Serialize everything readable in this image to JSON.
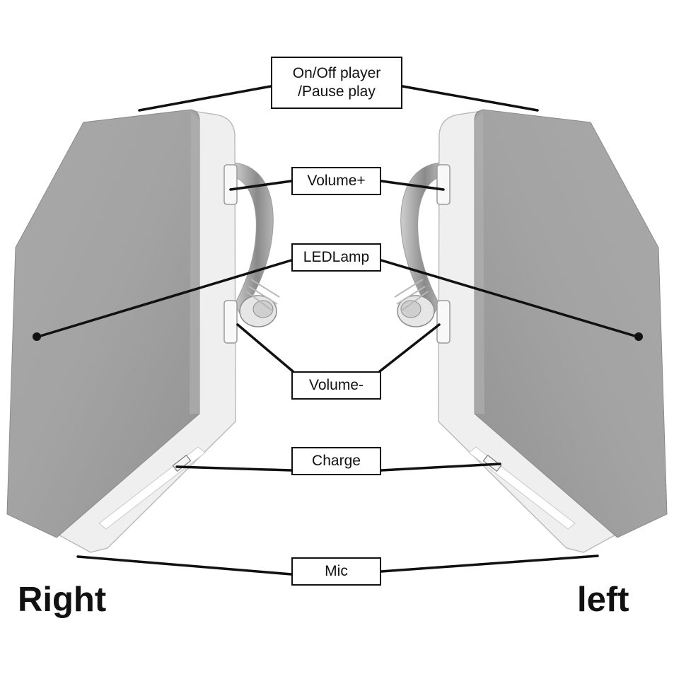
{
  "callouts": {
    "on_off_line1": "On/Off player",
    "on_off_line2": "/Pause play",
    "volume_plus": "Volume+",
    "led_lamp": "LEDLamp",
    "volume_minus": "Volume-",
    "charge": "Charge",
    "mic": "Mic"
  },
  "sides": {
    "right": "Right",
    "left": "left"
  },
  "colors": {
    "shell_grey": "#9d9d9d",
    "frame_white": "#eeeeee",
    "leader_line": "#111111"
  }
}
